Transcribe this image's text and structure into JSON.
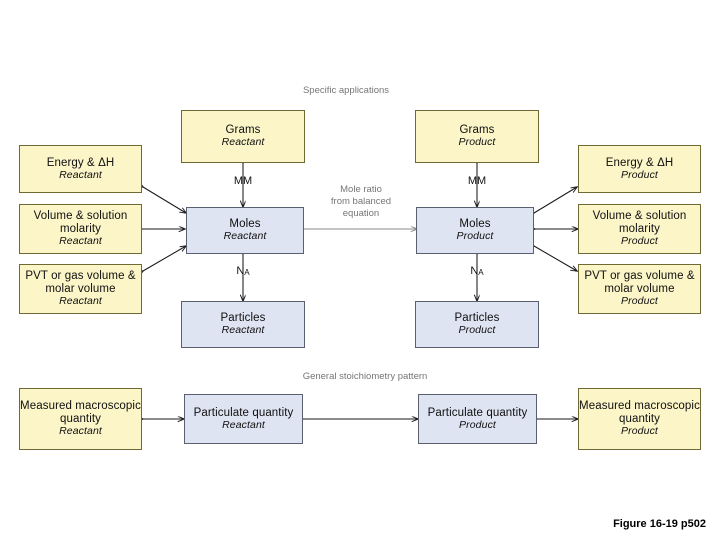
{
  "figure": {
    "caption": "Figure 16-19 p502",
    "section_labels": {
      "specific_applications": "Specific applications",
      "general_pattern": "General stoichiometry pattern"
    }
  },
  "colors": {
    "yellow_fill": "#fbf5c8",
    "yellow_border": "#6f6a33",
    "blue_fill": "#dfe4f2",
    "blue_border": "#5a6070",
    "gray_text": "#767676",
    "black_text": "#101010",
    "background": "#ffffff"
  },
  "reactant_side": {
    "grams": {
      "title": "Grams",
      "subtitle": "Reactant"
    },
    "moles": {
      "title": "Moles",
      "subtitle": "Reactant"
    },
    "particles": {
      "title": "Particles",
      "subtitle": "Reactant"
    },
    "energy": {
      "title": "Energy & ΔH",
      "subtitle": "Reactant"
    },
    "volume_molarity": {
      "title": "Volume &\nsolution molarity",
      "subtitle": "Reactant"
    },
    "pvt": {
      "title": "PVT or gas volume\n& molar volume",
      "subtitle": "Reactant"
    },
    "macroscopic": {
      "title": "Measured\nmacroscopic\nquantity",
      "subtitle": "Reactant"
    },
    "particulate": {
      "title": "Particulate\nquantity",
      "subtitle": "Reactant"
    }
  },
  "product_side": {
    "grams": {
      "title": "Grams",
      "subtitle": "Product"
    },
    "moles": {
      "title": "Moles",
      "subtitle": "Product"
    },
    "particles": {
      "title": "Particles",
      "subtitle": "Product"
    },
    "energy": {
      "title": "Energy & ΔH",
      "subtitle": "Product"
    },
    "volume_molarity": {
      "title": "Volume &\nsolution molarity",
      "subtitle": "Product"
    },
    "pvt": {
      "title": "PVT or gas volume\n& molar volume",
      "subtitle": "Product"
    },
    "macroscopic": {
      "title": "Measured\nmacroscopic\nquantity",
      "subtitle": "Product"
    },
    "particulate": {
      "title": "Particulate\nquantity",
      "subtitle": "Product"
    }
  },
  "conversion_labels": {
    "mm_reactant": "MM",
    "mm_product": "MM",
    "na_reactant_symbol": "N",
    "na_reactant_sub": "A",
    "na_product_symbol": "N",
    "na_product_sub": "A",
    "mole_ratio": "Mole ratio\nfrom balanced\nequation"
  }
}
